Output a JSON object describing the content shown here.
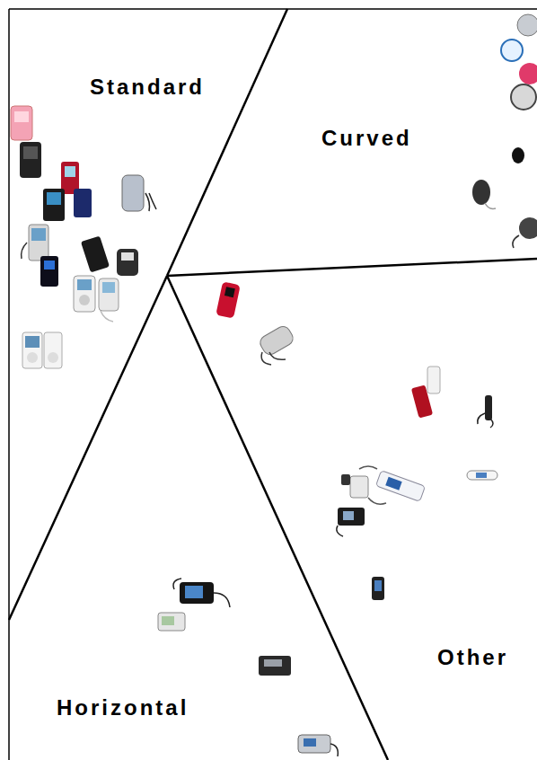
{
  "diagram": {
    "labels": [
      "Standard",
      "Curved",
      "Other",
      "Horizontal"
    ]
  }
}
